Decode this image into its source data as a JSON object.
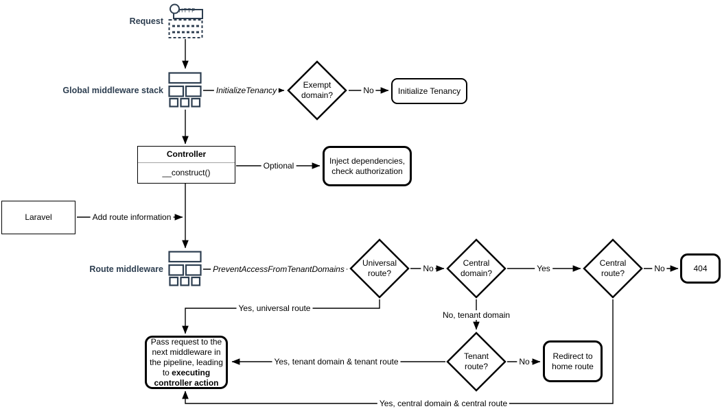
{
  "colors": {
    "navy": "#2d3e50",
    "stroke": "#000000",
    "background": "#ffffff"
  },
  "icons": {
    "request": "http-request-icon",
    "global_middleware": "middleware-stack-icon",
    "route_middleware": "middleware-stack-icon"
  },
  "side_labels": {
    "request": "Request",
    "global_middleware": "Global middleware stack",
    "route_middleware": "Route middleware"
  },
  "nodes": {
    "http_badge": "HTTP",
    "exempt_domain": "Exempt domain?",
    "initialize_tenancy": "Initialize Tenancy",
    "controller_title": "Controller",
    "controller_method": "__construct()",
    "inject_dependencies": "Inject dependencies, check authorization",
    "laravel": "Laravel",
    "universal_route": "Universal route?",
    "central_domain": "Central domain?",
    "central_route": "Central route?",
    "not_found": "404",
    "tenant_route": "Tenant route?",
    "redirect_home": "Redirect to home route",
    "pass_request_text": "Pass request to the next middleware in the pipeline, leading to ",
    "pass_request_bold": "executing controller action"
  },
  "edges": {
    "initialize_tenancy_middleware": "InitializeTenancy",
    "exempt_no": "No",
    "optional": "Optional",
    "add_route_information": "Add route information",
    "prevent_access_middleware": "PreventAccessFromTenantDomains",
    "universal_no": "No",
    "central_domain_yes": "Yes",
    "central_route_no": "No",
    "tenant_no": "No",
    "yes_universal_route": "Yes, universal route",
    "no_tenant_domain": "No, tenant domain",
    "yes_tenant_domain_route": "Yes, tenant domain & tenant route",
    "yes_central_domain_route": "Yes, central domain & central route"
  }
}
